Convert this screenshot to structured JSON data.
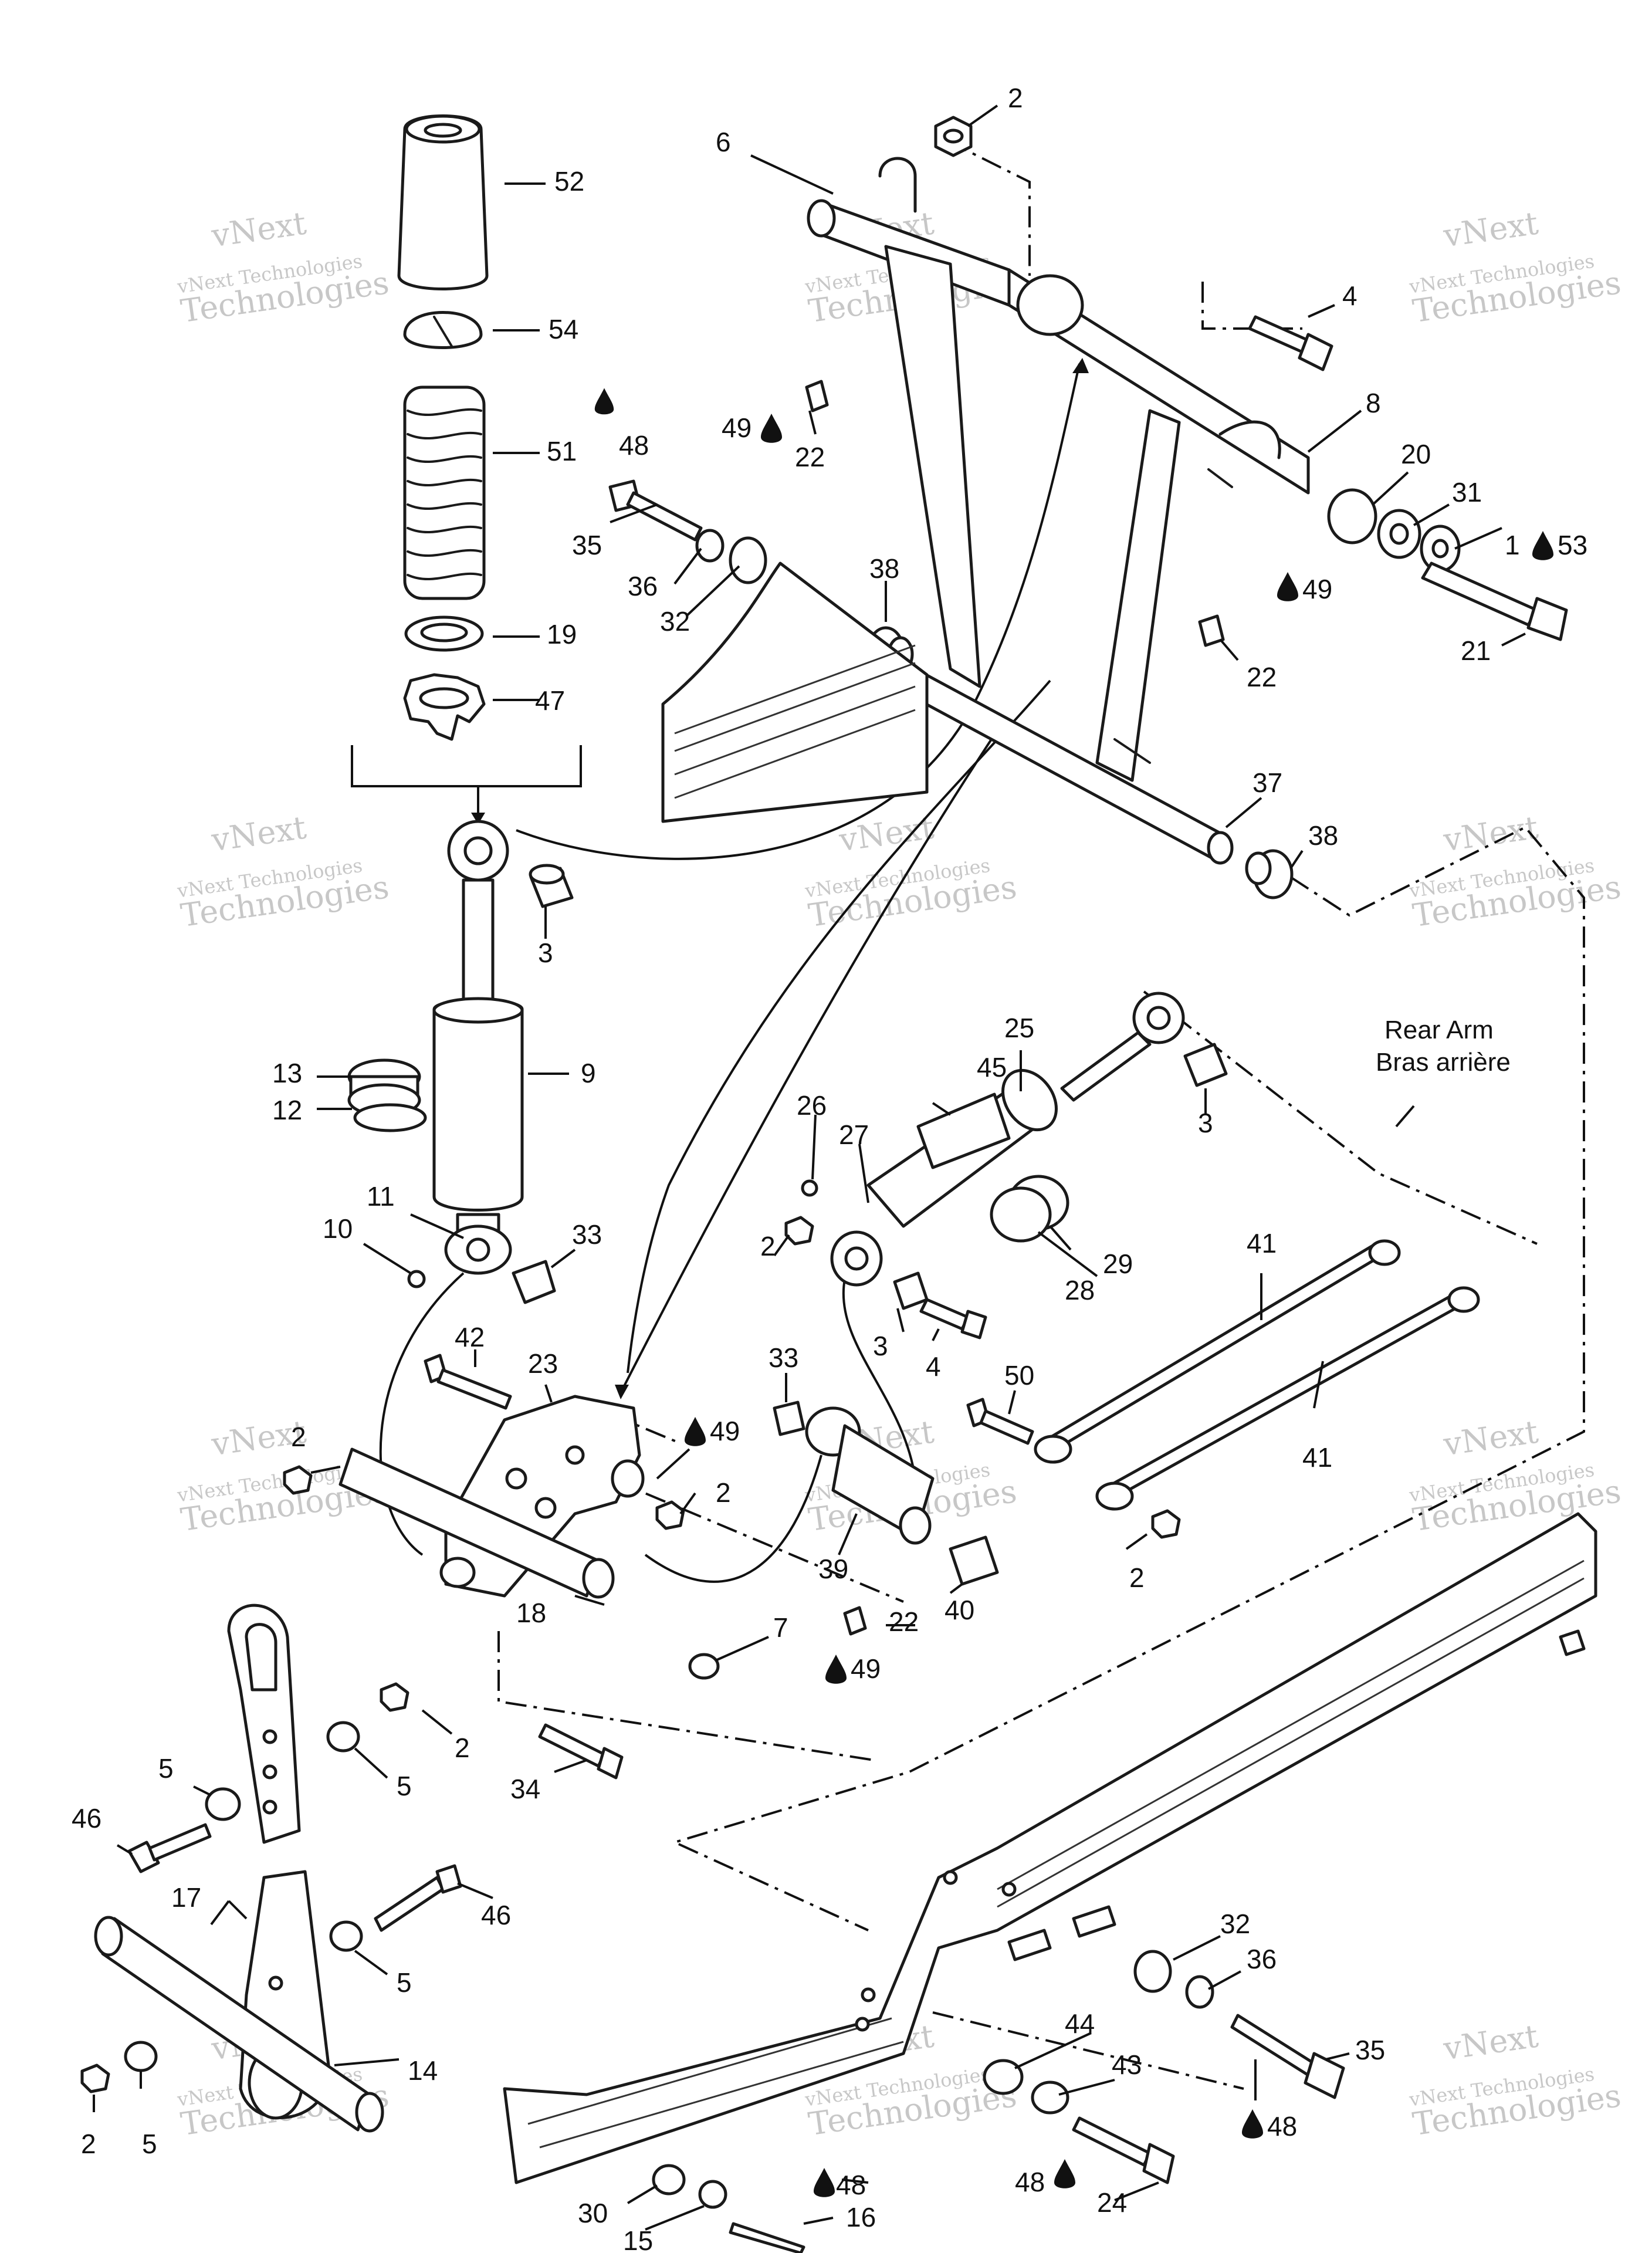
{
  "diagram": {
    "rear_arm_label": "Rear Arm",
    "rear_arm_label_fr": "Bras arrière",
    "watermark_line1": "vNext Technologies",
    "watermark_line2": "vNext",
    "watermark_line3": "Technologies",
    "callouts": [
      {
        "id": "c1",
        "text": "1"
      },
      {
        "id": "c2a",
        "text": "2"
      },
      {
        "id": "c2b",
        "text": "2"
      },
      {
        "id": "c2c",
        "text": "2"
      },
      {
        "id": "c2d",
        "text": "2"
      },
      {
        "id": "c2e",
        "text": "2"
      },
      {
        "id": "c2f",
        "text": "2"
      },
      {
        "id": "c2g",
        "text": "2"
      },
      {
        "id": "c3a",
        "text": "3"
      },
      {
        "id": "c3b",
        "text": "3"
      },
      {
        "id": "c3c",
        "text": "3"
      },
      {
        "id": "c4a",
        "text": "4"
      },
      {
        "id": "c4b",
        "text": "4"
      },
      {
        "id": "c5a",
        "text": "5"
      },
      {
        "id": "c5b",
        "text": "5"
      },
      {
        "id": "c5c",
        "text": "5"
      },
      {
        "id": "c5d",
        "text": "5"
      },
      {
        "id": "c6",
        "text": "6"
      },
      {
        "id": "c7",
        "text": "7"
      },
      {
        "id": "c8",
        "text": "8"
      },
      {
        "id": "c9",
        "text": "9"
      },
      {
        "id": "c10",
        "text": "10"
      },
      {
        "id": "c11",
        "text": "11"
      },
      {
        "id": "c12",
        "text": "12"
      },
      {
        "id": "c13",
        "text": "13"
      },
      {
        "id": "c14",
        "text": "14"
      },
      {
        "id": "c15",
        "text": "15"
      },
      {
        "id": "c16",
        "text": "16"
      },
      {
        "id": "c17",
        "text": "17"
      },
      {
        "id": "c18",
        "text": "18"
      },
      {
        "id": "c19",
        "text": "19"
      },
      {
        "id": "c20",
        "text": "20"
      },
      {
        "id": "c21",
        "text": "21"
      },
      {
        "id": "c22a",
        "text": "22"
      },
      {
        "id": "c22b",
        "text": "22"
      },
      {
        "id": "c22c",
        "text": "22"
      },
      {
        "id": "c23",
        "text": "23"
      },
      {
        "id": "c24",
        "text": "24"
      },
      {
        "id": "c25",
        "text": "25"
      },
      {
        "id": "c26",
        "text": "26"
      },
      {
        "id": "c27",
        "text": "27"
      },
      {
        "id": "c28",
        "text": "28"
      },
      {
        "id": "c29",
        "text": "29"
      },
      {
        "id": "c30",
        "text": "30"
      },
      {
        "id": "c31",
        "text": "31"
      },
      {
        "id": "c32a",
        "text": "32"
      },
      {
        "id": "c32b",
        "text": "32"
      },
      {
        "id": "c33a",
        "text": "33"
      },
      {
        "id": "c33b",
        "text": "33"
      },
      {
        "id": "c34",
        "text": "34"
      },
      {
        "id": "c35a",
        "text": "35"
      },
      {
        "id": "c35b",
        "text": "35"
      },
      {
        "id": "c36a",
        "text": "36"
      },
      {
        "id": "c36b",
        "text": "36"
      },
      {
        "id": "c37",
        "text": "37"
      },
      {
        "id": "c38a",
        "text": "38"
      },
      {
        "id": "c38b",
        "text": "38"
      },
      {
        "id": "c39",
        "text": "39"
      },
      {
        "id": "c40",
        "text": "40"
      },
      {
        "id": "c41a",
        "text": "41"
      },
      {
        "id": "c41b",
        "text": "41"
      },
      {
        "id": "c42",
        "text": "42"
      },
      {
        "id": "c43",
        "text": "43"
      },
      {
        "id": "c44",
        "text": "44"
      },
      {
        "id": "c45",
        "text": "45"
      },
      {
        "id": "c46a",
        "text": "46"
      },
      {
        "id": "c46b",
        "text": "46"
      },
      {
        "id": "c47",
        "text": "47"
      },
      {
        "id": "c48a",
        "text": "48"
      },
      {
        "id": "c48b",
        "text": "48"
      },
      {
        "id": "c48c",
        "text": "48"
      },
      {
        "id": "c48d",
        "text": "48"
      },
      {
        "id": "c49a",
        "text": "49"
      },
      {
        "id": "c49b",
        "text": "49"
      },
      {
        "id": "c49c",
        "text": "49"
      },
      {
        "id": "c49d",
        "text": "49"
      },
      {
        "id": "c50",
        "text": "50"
      },
      {
        "id": "c51",
        "text": "51"
      },
      {
        "id": "c52",
        "text": "52"
      },
      {
        "id": "c53",
        "text": "53"
      },
      {
        "id": "c54",
        "text": "54"
      }
    ]
  }
}
